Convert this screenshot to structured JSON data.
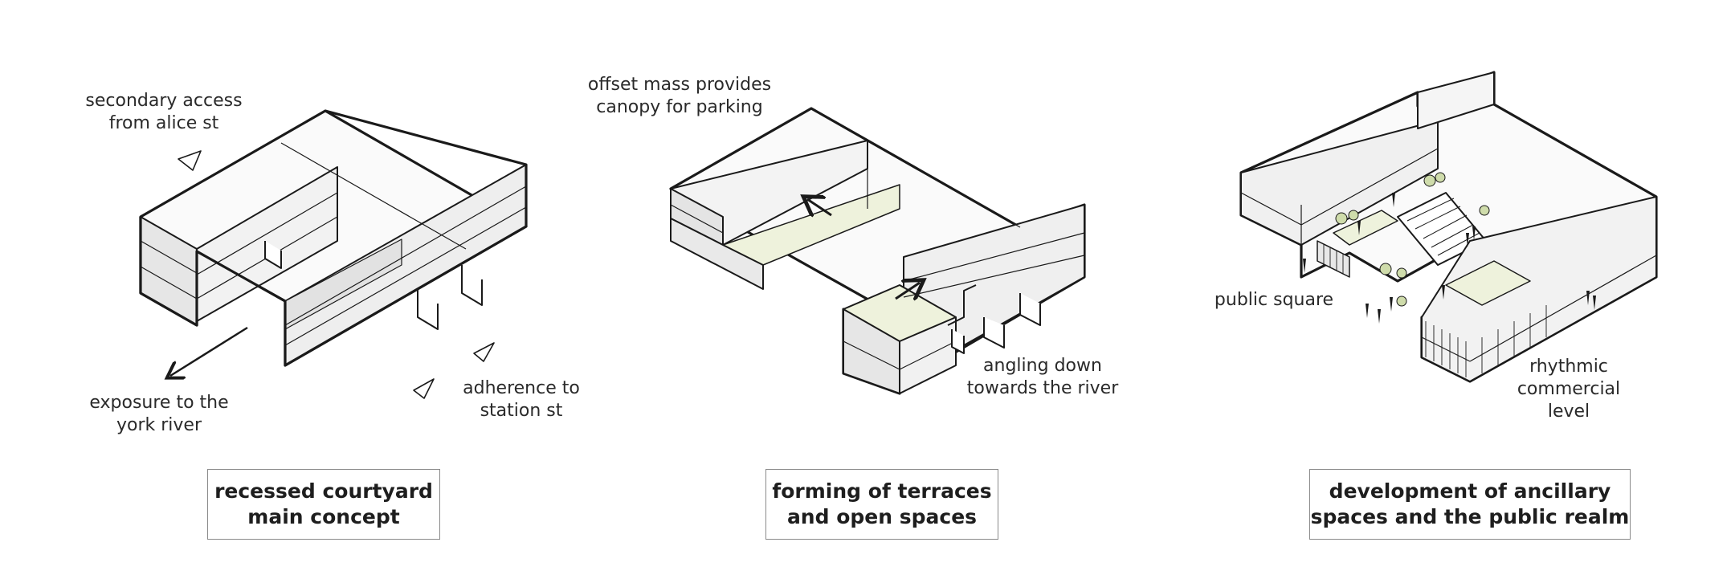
{
  "panels": [
    {
      "caption": [
        "recessed courtyard",
        "main concept"
      ],
      "annotations": [
        [
          "secondary access",
          "from alice st"
        ],
        [
          "exposure to the",
          "york river"
        ],
        [
          "adherence to",
          "station st"
        ]
      ]
    },
    {
      "caption": [
        "forming of terraces",
        "and open spaces"
      ],
      "annotations": [
        [
          "offset mass provides",
          "canopy for parking"
        ],
        [
          "angling down",
          "towards the river"
        ]
      ]
    },
    {
      "caption": [
        "development of ancillary",
        "spaces and the public realm"
      ],
      "annotations": [
        [
          "public square"
        ],
        [
          "rhythmic",
          "commercial",
          "level"
        ]
      ]
    }
  ],
  "colors": {
    "line": "#1a1a1a",
    "face_light": "#f7f7f7",
    "face_mid": "#e9e9e9",
    "face_dark": "#dcdcdc",
    "terrace": "#eef2dc",
    "tree": "#cfdcab"
  }
}
